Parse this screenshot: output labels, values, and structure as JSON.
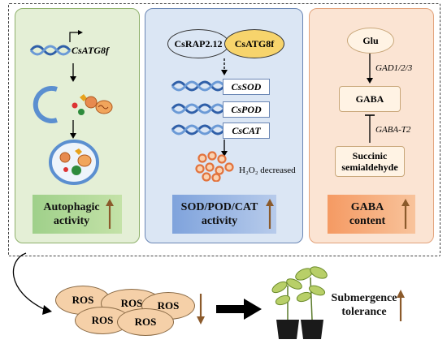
{
  "left_panel": {
    "gene": "CsATG8f",
    "label_line1": "Autophagic",
    "label_line2": "activity"
  },
  "middle_panel": {
    "factor1": "CsRAP2.12",
    "factor2": "CsATG8f",
    "genes": [
      "CsSOD",
      "CsPOD",
      "CsCAT"
    ],
    "h2o2_text": "H₂O₂ decreased",
    "label_line1": "SOD/POD/CAT",
    "label_line2": "activity"
  },
  "right_panel": {
    "glu": "Glu",
    "enzyme1": "GAD1/2/3",
    "gaba": "GABA",
    "enzyme2": "GABA-T2",
    "succ_line1": "Succinic",
    "succ_line2": "semialdehyde",
    "label_line1": "GABA",
    "label_line2": "content"
  },
  "bottom": {
    "ros_labels": [
      "ROS",
      "ROS",
      "ROS",
      "ROS",
      "ROS"
    ],
    "tolerance_line1": "Submergence",
    "tolerance_line2": "tolerance"
  },
  "colors": {
    "green_panel": "#e4efd6",
    "blue_panel": "#dbe6f4",
    "orange_panel": "#fbe4d3",
    "up_arrow": "#8b5a2b",
    "ros_fill": "#f5d0a8"
  },
  "icons": [
    "dna-icon",
    "phagophore-icon",
    "autophagosome-icon",
    "autolysosome-icon",
    "ros-particles-icon",
    "plant-icon"
  ]
}
